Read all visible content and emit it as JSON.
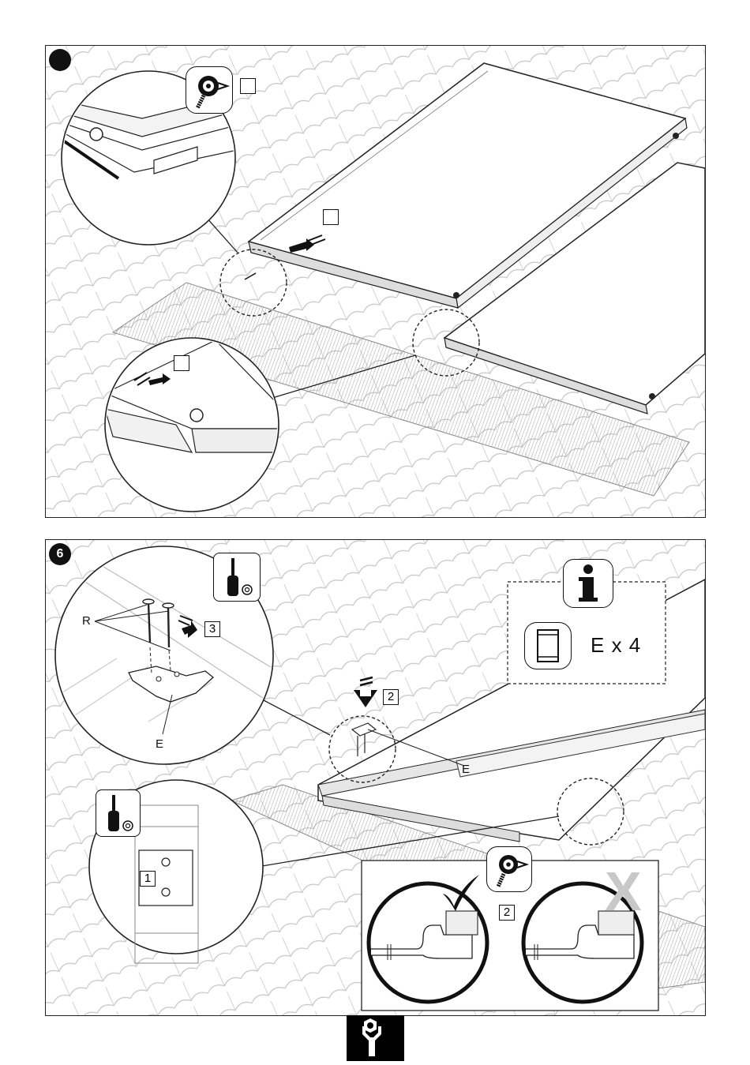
{
  "panel_top": {
    "step_number": "",
    "checkbox_1": "",
    "checkbox_2": "",
    "checkbox_3": ""
  },
  "panel_bottom": {
    "step_number": "6",
    "label_R": "R",
    "label_E_detail": "E",
    "label_E_main": "E",
    "callout_3": "3",
    "callout_2_top": "2",
    "callout_1": "1",
    "callout_2_check": "2",
    "info_quantity": "E x 4",
    "wrong_mark": "X"
  },
  "icons": {
    "inspect": "inspect-eye-icon",
    "screwdriver": "screwdriver-icon",
    "info": "info-icon",
    "part_clamp": "clamp-part-icon",
    "check": "checkmark-icon",
    "cross": "cross-icon",
    "wrench": "wrench-icon"
  },
  "colors": {
    "ink": "#111111",
    "tile_line": "#c4c4c4",
    "footer": "#000000"
  }
}
